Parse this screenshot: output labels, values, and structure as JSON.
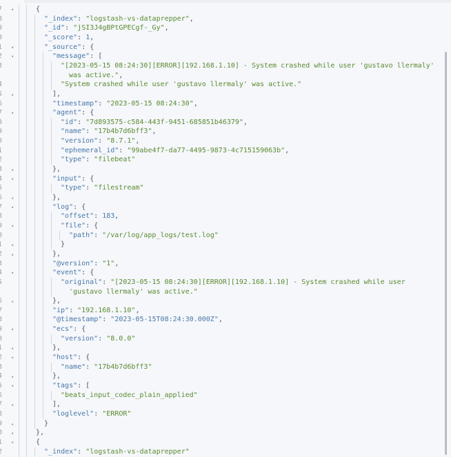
{
  "editor": {
    "language": "json",
    "colors": {
      "key": "#4a78a8",
      "string": "#5a8a2e",
      "number": "#4a78a8",
      "background": "#f5f7fb"
    },
    "lines": [
      {
        "l": 0,
        "f": "open",
        "t": [
          [
            "p",
            "{"
          ]
        ]
      },
      {
        "l": 1,
        "t": [
          [
            "k",
            "\"_index\""
          ],
          [
            "p",
            ": "
          ],
          [
            "s",
            "\"logstash-vs-dataprepper\""
          ],
          [
            "p",
            ","
          ]
        ]
      },
      {
        "l": 1,
        "t": [
          [
            "k",
            "\"_id\""
          ],
          [
            "p",
            ": "
          ],
          [
            "s",
            "\"jSI3J4gBPtGPECgf-_Gy\""
          ],
          [
            "p",
            ","
          ]
        ]
      },
      {
        "l": 1,
        "t": [
          [
            "k",
            "\"_score\""
          ],
          [
            "p",
            ": "
          ],
          [
            "n",
            "1"
          ],
          [
            "p",
            ","
          ]
        ]
      },
      {
        "l": 1,
        "f": "open",
        "t": [
          [
            "k",
            "\"_source\""
          ],
          [
            "p",
            ": {"
          ]
        ]
      },
      {
        "l": 2,
        "f": "open",
        "t": [
          [
            "k",
            "\"message\""
          ],
          [
            "p",
            ": ["
          ]
        ]
      },
      {
        "l": 3,
        "t": [
          [
            "s",
            "\"[2023-05-15 08:24:30][ERROR][192.168.1.10] - System crashed while user 'gustavo llermaly'"
          ]
        ]
      },
      {
        "l": 3,
        "w": true,
        "t": [
          [
            "s",
            "was active.\""
          ],
          [
            "p",
            ","
          ]
        ]
      },
      {
        "l": 3,
        "t": [
          [
            "s",
            "\"System crashed while user 'gustavo llermaly' was active.\""
          ]
        ]
      },
      {
        "l": 2,
        "f": "close",
        "t": [
          [
            "p",
            "],"
          ]
        ]
      },
      {
        "l": 2,
        "t": [
          [
            "k",
            "\"timestamp\""
          ],
          [
            "p",
            ": "
          ],
          [
            "s",
            "\"2023-05-15 08:24:30\""
          ],
          [
            "p",
            ","
          ]
        ]
      },
      {
        "l": 2,
        "f": "open",
        "t": [
          [
            "k",
            "\"agent\""
          ],
          [
            "p",
            ": {"
          ]
        ]
      },
      {
        "l": 3,
        "t": [
          [
            "k",
            "\"id\""
          ],
          [
            "p",
            ": "
          ],
          [
            "s",
            "\"7d893575-c584-443f-9451-685851b46379\""
          ],
          [
            "p",
            ","
          ]
        ]
      },
      {
        "l": 3,
        "t": [
          [
            "k",
            "\"name\""
          ],
          [
            "p",
            ": "
          ],
          [
            "s",
            "\"17b4b7d6bff3\""
          ],
          [
            "p",
            ","
          ]
        ]
      },
      {
        "l": 3,
        "t": [
          [
            "k",
            "\"version\""
          ],
          [
            "p",
            ": "
          ],
          [
            "s",
            "\"8.7.1\""
          ],
          [
            "p",
            ","
          ]
        ]
      },
      {
        "l": 3,
        "t": [
          [
            "k",
            "\"ephemeral_id\""
          ],
          [
            "p",
            ": "
          ],
          [
            "s",
            "\"99abe4f7-da77-4495-9873-4c715159063b\""
          ],
          [
            "p",
            ","
          ]
        ]
      },
      {
        "l": 3,
        "t": [
          [
            "k",
            "\"type\""
          ],
          [
            "p",
            ": "
          ],
          [
            "s",
            "\"filebeat\""
          ]
        ]
      },
      {
        "l": 2,
        "f": "close",
        "t": [
          [
            "p",
            "},"
          ]
        ]
      },
      {
        "l": 2,
        "f": "open",
        "t": [
          [
            "k",
            "\"input\""
          ],
          [
            "p",
            ": {"
          ]
        ]
      },
      {
        "l": 3,
        "t": [
          [
            "k",
            "\"type\""
          ],
          [
            "p",
            ": "
          ],
          [
            "s",
            "\"filestream\""
          ]
        ]
      },
      {
        "l": 2,
        "f": "close",
        "t": [
          [
            "p",
            "},"
          ]
        ]
      },
      {
        "l": 2,
        "f": "open",
        "t": [
          [
            "k",
            "\"log\""
          ],
          [
            "p",
            ": {"
          ]
        ]
      },
      {
        "l": 3,
        "t": [
          [
            "k",
            "\"offset\""
          ],
          [
            "p",
            ": "
          ],
          [
            "n",
            "183"
          ],
          [
            "p",
            ","
          ]
        ]
      },
      {
        "l": 3,
        "f": "open",
        "t": [
          [
            "k",
            "\"file\""
          ],
          [
            "p",
            ": {"
          ]
        ]
      },
      {
        "l": 4,
        "t": [
          [
            "k",
            "\"path\""
          ],
          [
            "p",
            ": "
          ],
          [
            "s",
            "\"/var/log/app_logs/test.log\""
          ]
        ]
      },
      {
        "l": 3,
        "f": "close",
        "t": [
          [
            "p",
            "}"
          ]
        ]
      },
      {
        "l": 2,
        "f": "close",
        "t": [
          [
            "p",
            "},"
          ]
        ]
      },
      {
        "l": 2,
        "t": [
          [
            "k",
            "\"@version\""
          ],
          [
            "p",
            ": "
          ],
          [
            "s",
            "\"1\""
          ],
          [
            "p",
            ","
          ]
        ]
      },
      {
        "l": 2,
        "f": "open",
        "t": [
          [
            "k",
            "\"event\""
          ],
          [
            "p",
            ": {"
          ]
        ]
      },
      {
        "l": 3,
        "t": [
          [
            "k",
            "\"original\""
          ],
          [
            "p",
            ": "
          ],
          [
            "s",
            "\"[2023-05-15 08:24:30][ERROR][192.168.1.10] - System crashed while user"
          ]
        ]
      },
      {
        "l": 3,
        "w": true,
        "t": [
          [
            "s",
            "'gustavo llermaly' was active.\""
          ]
        ]
      },
      {
        "l": 2,
        "f": "close",
        "t": [
          [
            "p",
            "},"
          ]
        ]
      },
      {
        "l": 2,
        "t": [
          [
            "k",
            "\"ip\""
          ],
          [
            "p",
            ": "
          ],
          [
            "s",
            "\"192.168.1.10\""
          ],
          [
            "p",
            ","
          ]
        ]
      },
      {
        "l": 2,
        "t": [
          [
            "k",
            "\"@timestamp\""
          ],
          [
            "p",
            ": "
          ],
          [
            "n",
            "\"2023-05-15T08:24:30.000Z\""
          ],
          [
            "p",
            ","
          ]
        ]
      },
      {
        "l": 2,
        "f": "open",
        "t": [
          [
            "k",
            "\"ecs\""
          ],
          [
            "p",
            ": {"
          ]
        ]
      },
      {
        "l": 3,
        "t": [
          [
            "k",
            "\"version\""
          ],
          [
            "p",
            ": "
          ],
          [
            "s",
            "\"8.0.0\""
          ]
        ]
      },
      {
        "l": 2,
        "f": "close",
        "t": [
          [
            "p",
            "},"
          ]
        ]
      },
      {
        "l": 2,
        "f": "open",
        "t": [
          [
            "k",
            "\"host\""
          ],
          [
            "p",
            ": {"
          ]
        ]
      },
      {
        "l": 3,
        "t": [
          [
            "k",
            "\"name\""
          ],
          [
            "p",
            ": "
          ],
          [
            "s",
            "\"17b4b7d6bff3\""
          ]
        ]
      },
      {
        "l": 2,
        "f": "close",
        "t": [
          [
            "p",
            "},"
          ]
        ]
      },
      {
        "l": 2,
        "f": "open",
        "t": [
          [
            "k",
            "\"tags\""
          ],
          [
            "p",
            ": ["
          ]
        ]
      },
      {
        "l": 3,
        "t": [
          [
            "s",
            "\"beats_input_codec_plain_applied\""
          ]
        ]
      },
      {
        "l": 2,
        "f": "close",
        "t": [
          [
            "p",
            "],"
          ]
        ]
      },
      {
        "l": 2,
        "t": [
          [
            "k",
            "\"loglevel\""
          ],
          [
            "p",
            ": "
          ],
          [
            "s",
            "\"ERROR\""
          ]
        ]
      },
      {
        "l": 1,
        "f": "close",
        "t": [
          [
            "p",
            "}"
          ]
        ]
      },
      {
        "l": 0,
        "f": "close",
        "t": [
          [
            "p",
            "},"
          ]
        ]
      },
      {
        "l": 0,
        "f": "open",
        "t": [
          [
            "p",
            "{"
          ]
        ]
      },
      {
        "l": 1,
        "t": [
          [
            "k",
            "\"_index\""
          ],
          [
            "p",
            ": "
          ],
          [
            "s",
            "\"logstash-vs-dataprepper\""
          ]
        ]
      }
    ]
  }
}
